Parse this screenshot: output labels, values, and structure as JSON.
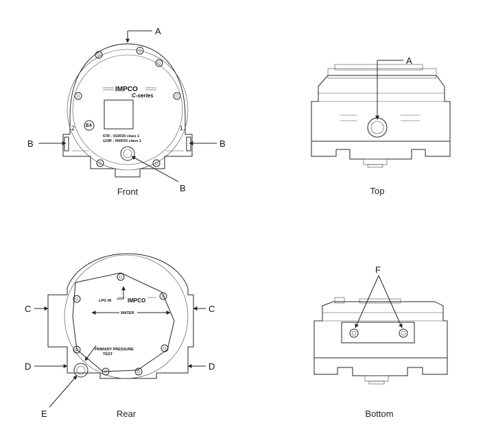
{
  "views": {
    "front": {
      "caption": "Front",
      "callouts": [
        "A",
        "B",
        "B",
        "B"
      ],
      "logo": "IMPCO",
      "logo_sub": "C-series",
      "mark": "E4",
      "num_left": "2",
      "num_right": "1",
      "plate_line1": "67R - 010030 class 1",
      "plate_line2": "110R - 000033 class 1"
    },
    "top": {
      "caption": "Top",
      "callouts": [
        "A"
      ]
    },
    "rear": {
      "caption": "Rear",
      "callouts": [
        "C",
        "C",
        "D",
        "D",
        "E"
      ],
      "lpg_in": "LPG IN",
      "logo": "IMPCO",
      "water": "WATER",
      "primary_line1": "PRIMARY PRESSURE",
      "primary_line2": "TEST"
    },
    "bottom": {
      "caption": "Bottom",
      "callouts": [
        "F"
      ]
    }
  },
  "colors": {
    "line": "#222222",
    "background": "#ffffff"
  }
}
